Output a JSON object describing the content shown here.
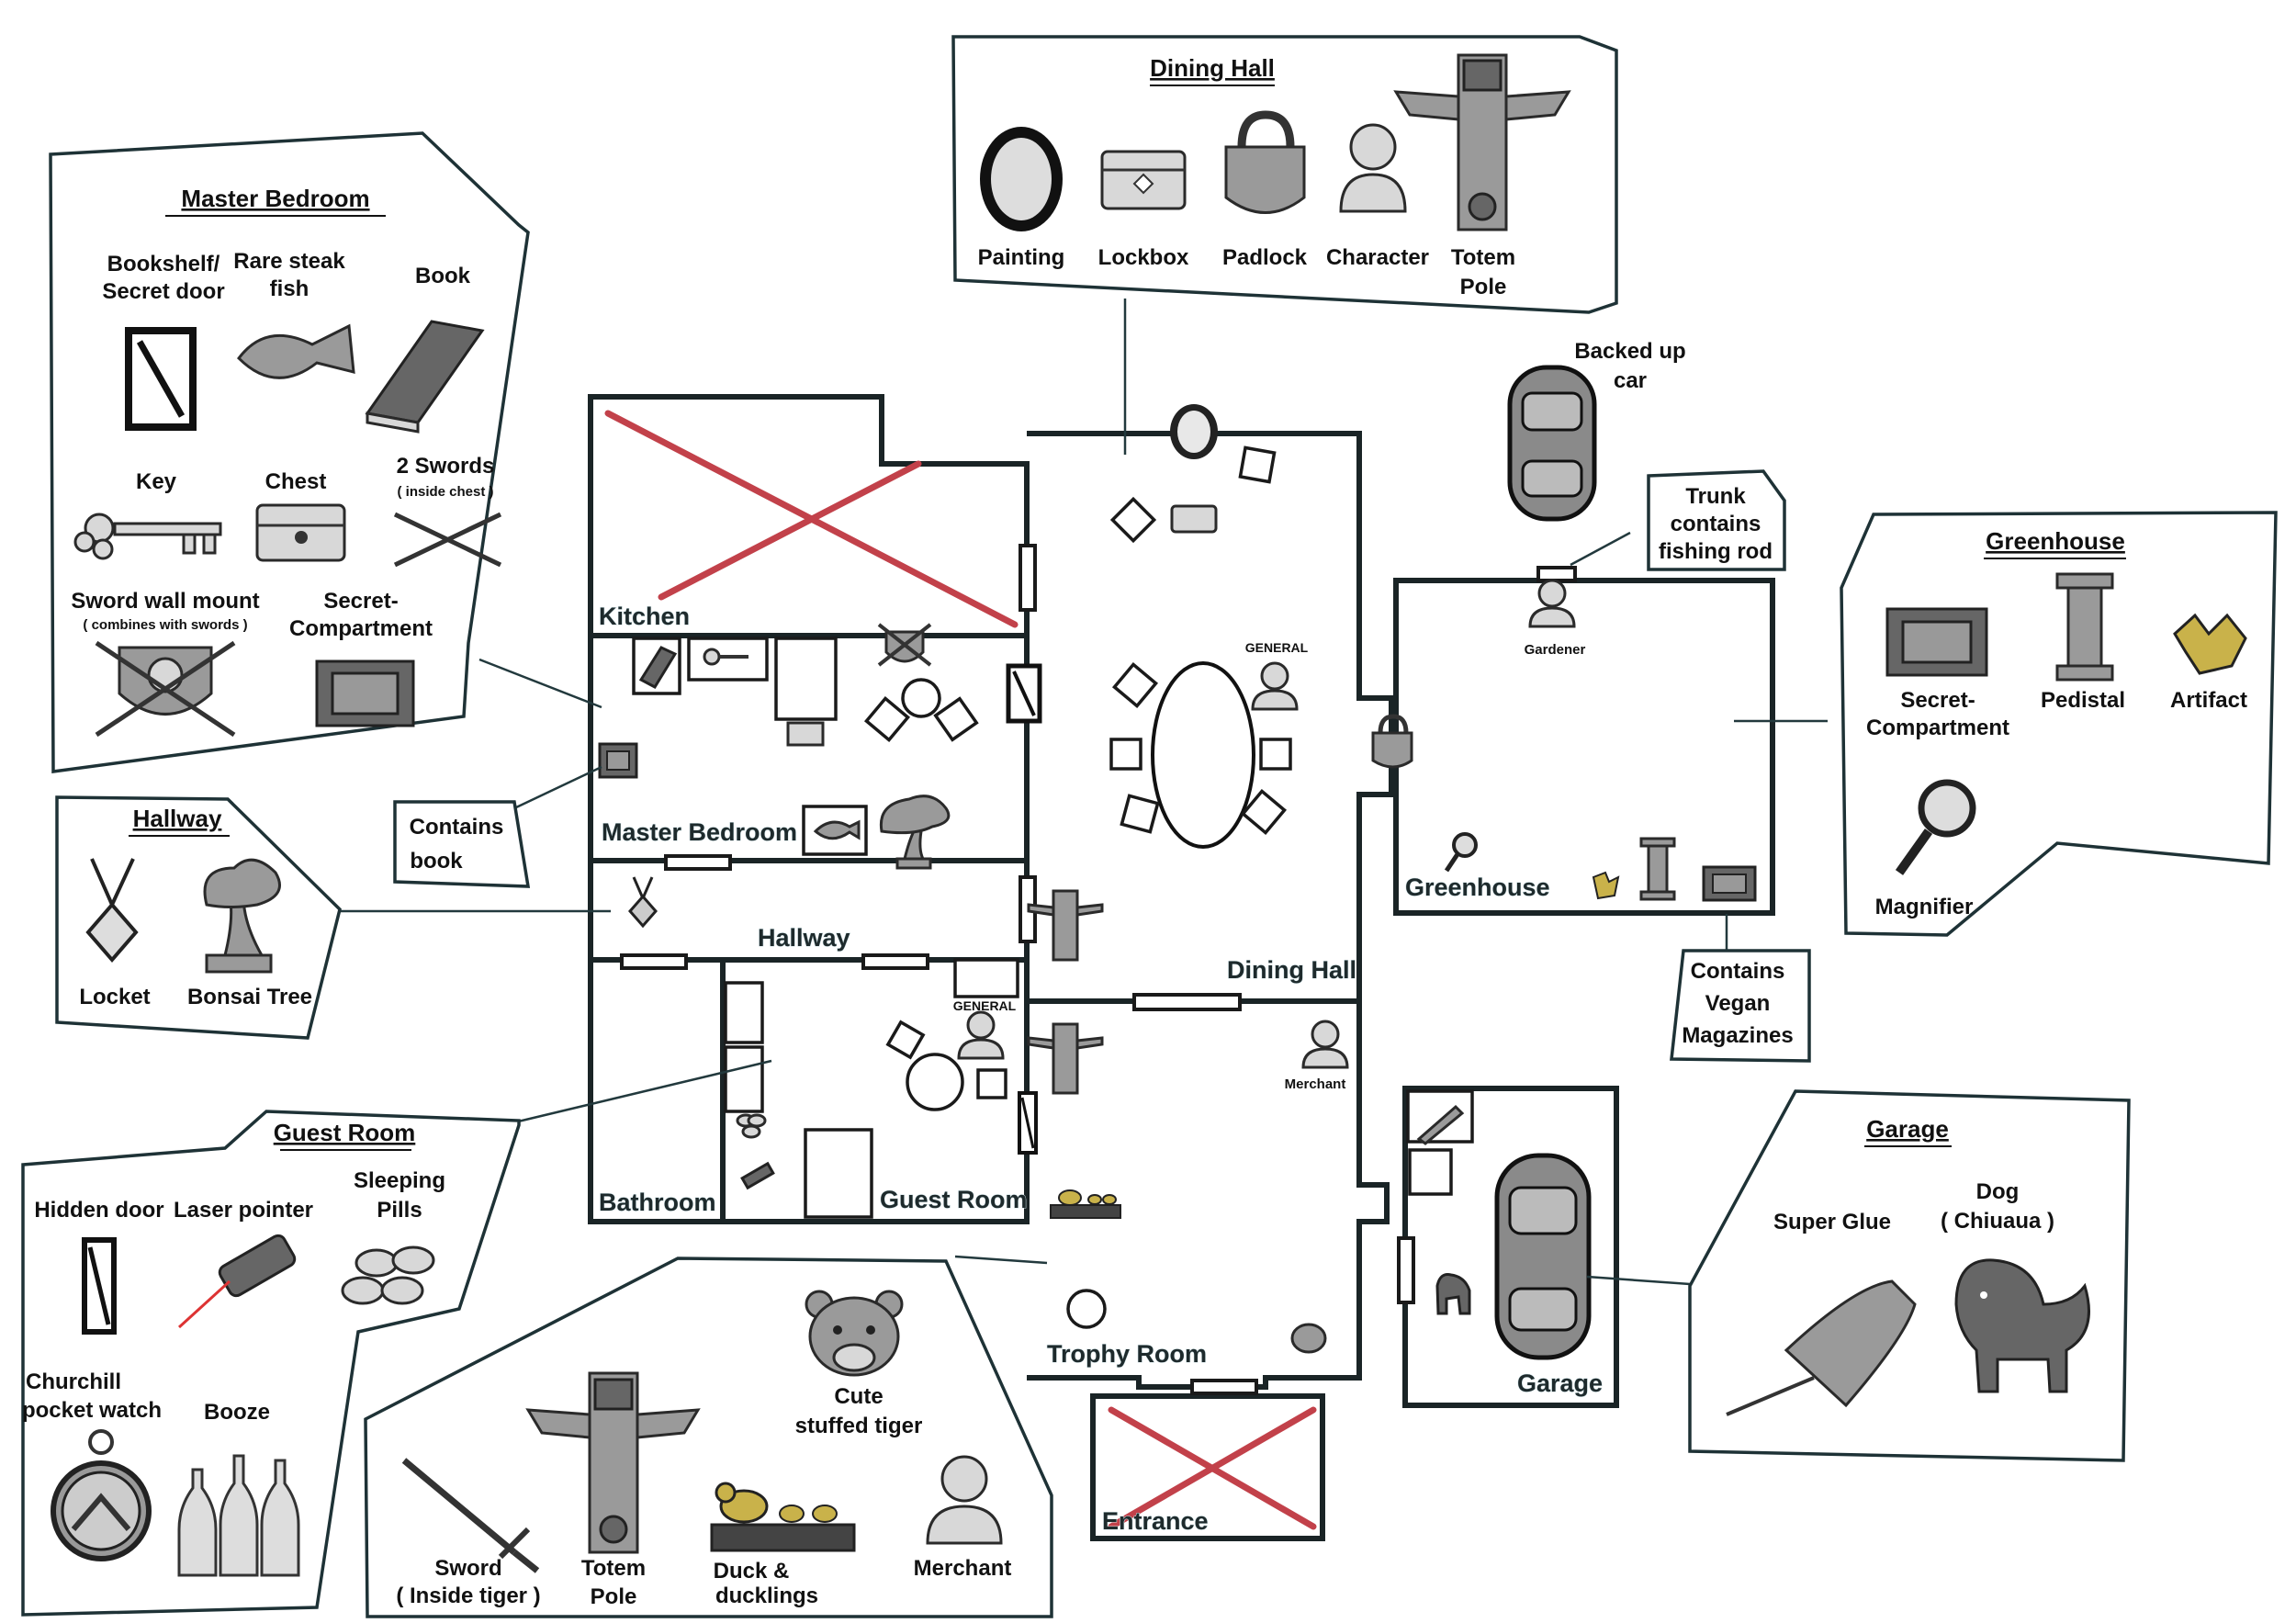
{
  "rooms": {
    "kitchen": "Kitchen",
    "master_bedroom": "Master Bedroom",
    "hallway": "Hallway",
    "bathroom": "Bathroom",
    "guest_room": "Guest Room",
    "dining_hall": "Dining Hall",
    "trophy_room": "Trophy Room",
    "entrance": "Entrance",
    "greenhouse": "Greenhouse",
    "garage": "Garage"
  },
  "map_labels": {
    "general_dining": "GENERAL",
    "general_guest": "GENERAL",
    "merchant": "Merchant",
    "gardener": "Gardener",
    "backed_up_car_1": "Backed up",
    "backed_up_car_2": "car"
  },
  "notes": {
    "contains_book_1": "Contains",
    "contains_book_2": "book",
    "trunk_1": "Trunk",
    "trunk_2": "contains",
    "trunk_3": "fishing rod",
    "vegan_1": "Contains",
    "vegan_2": "Vegan",
    "vegan_3": "Magazines"
  },
  "legends": {
    "master_bedroom": {
      "title": "Master Bedroom",
      "bookshelf_1": "Bookshelf/",
      "bookshelf_2": "Secret door",
      "fish_1": "Rare steak",
      "fish_2": "fish",
      "book": "Book",
      "key": "Key",
      "chest": "Chest",
      "swords_1": "2 Swords",
      "swords_2": "( inside chest )",
      "mount_1": "Sword wall mount",
      "mount_2": "( combines with swords )",
      "compartment_1": "Secret-",
      "compartment_2": "Compartment"
    },
    "dining_hall": {
      "title": "Dining Hall",
      "painting": "Painting",
      "lockbox": "Lockbox",
      "padlock": "Padlock",
      "character": "Character",
      "totem_1": "Totem",
      "totem_2": "Pole"
    },
    "hallway": {
      "title": "Hallway",
      "locket": "Locket",
      "bonsai": "Bonsai Tree"
    },
    "guest_room": {
      "title": "Guest Room",
      "hidden_door": "Hidden door",
      "laser": "Laser pointer",
      "pills_1": "Sleeping",
      "pills_2": "Pills",
      "watch_1": "Churchill",
      "watch_2": "pocket watch",
      "booze": "Booze"
    },
    "trophy_room": {
      "sword_1": "Sword",
      "sword_2": "( Inside tiger )",
      "totem_1": "Totem",
      "totem_2": "Pole",
      "duck_1": "Duck &",
      "duck_2": "ducklings",
      "tiger_1": "Cute",
      "tiger_2": "stuffed tiger",
      "merchant": "Merchant"
    },
    "greenhouse": {
      "title": "Greenhouse",
      "compartment_1": "Secret-",
      "compartment_2": "Compartment",
      "pedestal": "Pedistal",
      "artifact": "Artifact",
      "magnifier": "Magnifier"
    },
    "garage": {
      "title": "Garage",
      "glue": "Super Glue",
      "dog_1": "Dog",
      "dog_2": "( Chiuaua )"
    }
  },
  "colors": {
    "wall": "#1a2426",
    "cross": "#c2414a",
    "item_gray": "#9a9a9a",
    "artifact_yellow": "#c9b24a"
  }
}
